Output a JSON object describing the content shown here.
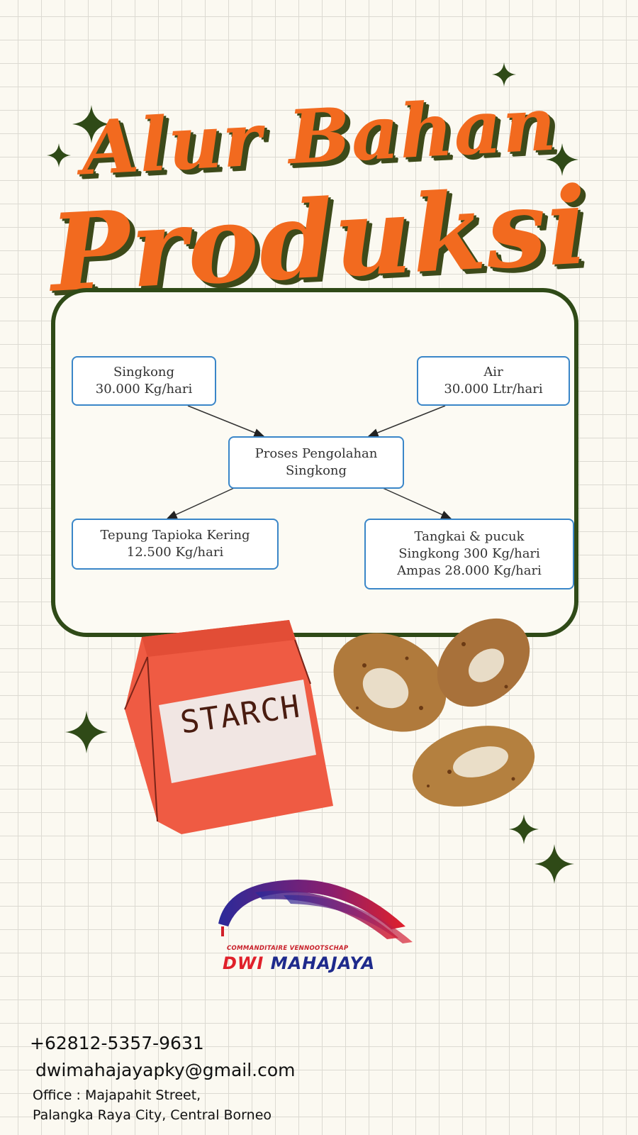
{
  "title": {
    "line1": "Alur Bahan",
    "line2": "Produksi"
  },
  "diagram": {
    "nodes": {
      "singkong": "Singkong\n30.000 Kg/hari",
      "air": "Air\n30.000 Ltr/hari",
      "proses": "Proses Pengolahan\nSingkong",
      "tepung": "Tepung Tapioka Kering\n12.500 Kg/hari",
      "limbah": "Tangkai & pucuk\nSingkong 300 Kg/hari\nAmpas 28.000 Kg/hari"
    }
  },
  "bag": {
    "label": "STARCH"
  },
  "logo": {
    "subtitle": "COMMANDITAIRE VENNOOTSCHAP",
    "name_part1": "DWI",
    "name_part2": "MAHAJAYA"
  },
  "contact": {
    "phone": "+62812-5357-9631",
    "email": "dwimahajayapky@gmail.com",
    "address_line1": "Office : Majapahit Street,",
    "address_line2": "Palangka Raya City, Central Borneo"
  },
  "colors": {
    "accent": "#f26a1f",
    "dark_green": "#2f4a17",
    "node_border": "#3a86c8",
    "bag_red": "#ef5b43"
  }
}
